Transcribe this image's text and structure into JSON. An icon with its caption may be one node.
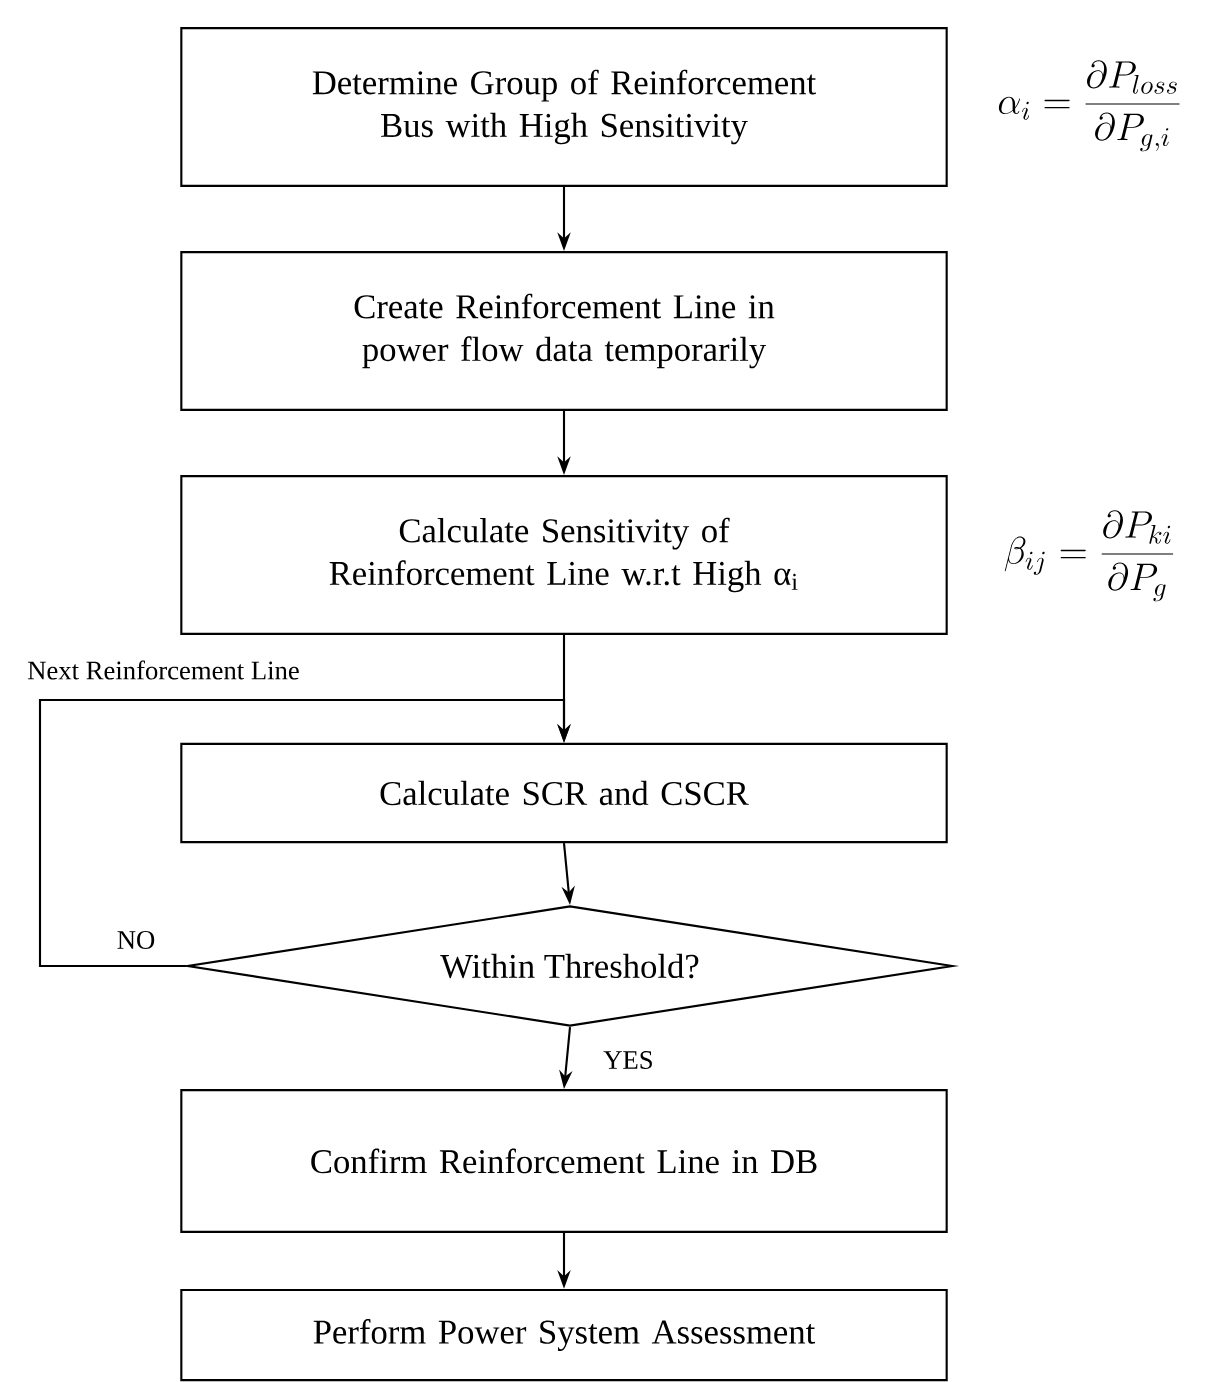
{
  "diagram": {
    "nodes": [
      {
        "text": [
          "Determine Group of Reinforcement Bus with High Sensitivity"
        ],
        "beside": [
          "\\alpha_i = \\frac{\\partial P_{loss}}{\\partial P_{g,i}}"
        ]
      },
      {
        "text": [
          "Create Reinforcement Line in power flow data temporarily"
        ]
      },
      {
        "text": [
          "Calculate Sensitivity of Reinforcement Line w.r.t High α$_{i}$"
        ],
        "beside": [
          "\\beta_{ij} = \\frac{\\partial P_{ki}}{\\partial P_g}"
        ]
      },
      {
        "text": [
          "Calculate SCR and CSCR"
        ]
      },
      {
        "text": [
          "Within Threshold?"
        ]
      },
      {
        "text": [
          "Confirm Reinforcement Line in DB"
        ]
      },
      {
        "text": [
          "Perform Power System Assessment"
        ]
      }
    ],
    "edges": [
      {
        "from": 0,
        "to": 1,
        "arrow": "to"
      },
      {
        "from": 1,
        "to": 2,
        "arrow": "to"
      },
      {
        "from": 2,
        "to": 3,
        "arrow": "to"
      },
      {
        "from": 3,
        "to": 4,
        "arrow": "to"
      },
      {
        "from": 4,
        "to": 5,
        "arrow": "to",
        "label": "YES"
      },
      {
        "from": 5,
        "to": 6,
        "arrow": "to"
      },
      {
        "from": 4,
        "to": 3,
        "arrow": "to",
        "label": "NO"
      }
    ],
    "labels": [
      "Next Reinforcement Line"
    ]
  }
}
